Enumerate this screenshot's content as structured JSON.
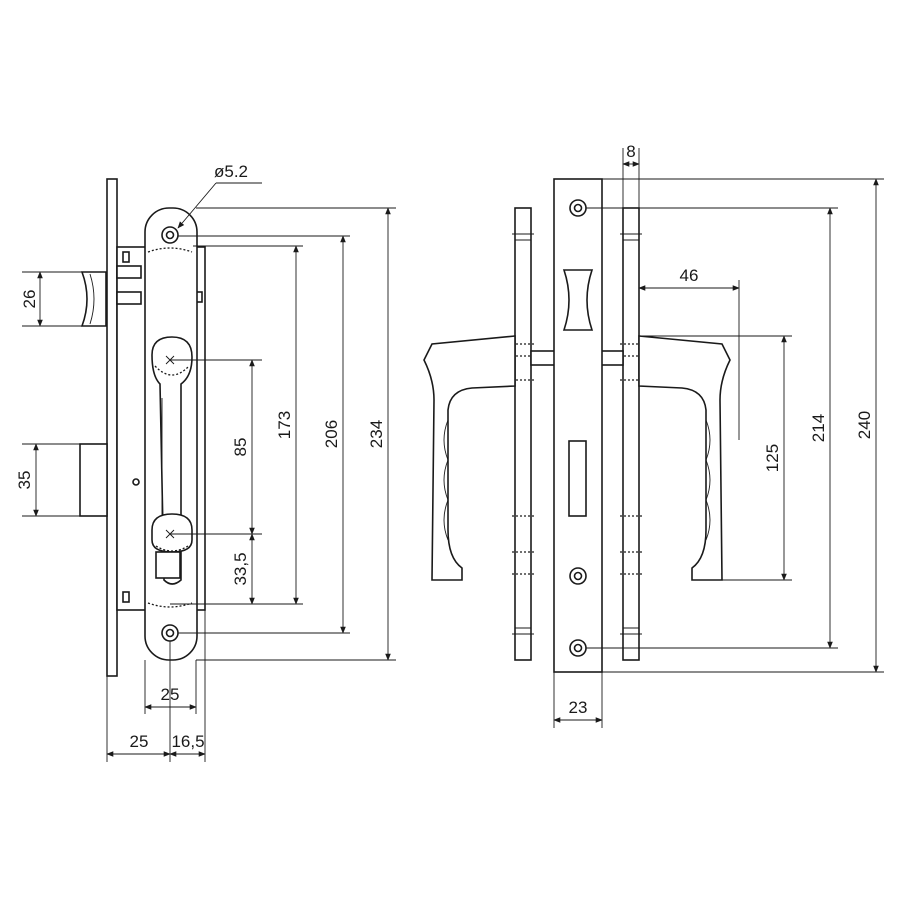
{
  "diagram": {
    "hole_diameter_label": "ø5.2",
    "front_view": {
      "backset_label": "25",
      "faceplate_to_axis_label": "25",
      "body_depth_label": "16,5",
      "latch_height_label": "26",
      "bolt_height_label": "35",
      "spindle_to_cylinder_label": "85",
      "cylinder_to_hole_label": "33,5",
      "inner_length_label": "173",
      "hole_spacing_label": "206",
      "overall_length_label": "234"
    },
    "side_view": {
      "handle_offset_label": "46",
      "rose_thickness_label": "8",
      "handle_length_label": "125",
      "screw_spacing_label": "214",
      "faceplate_length_label": "240",
      "faceplate_width_label": "23"
    }
  }
}
